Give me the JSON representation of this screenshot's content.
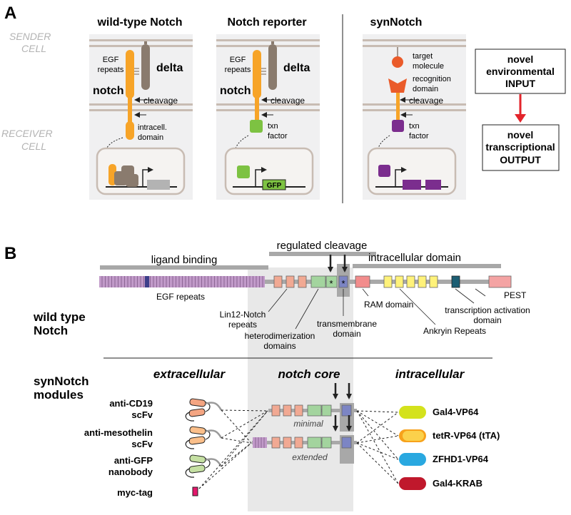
{
  "panel_a": {
    "letter": "A",
    "sender_cell_line1": "SENDER",
    "sender_cell_line2": "CELL",
    "receiver_cell_line1": "RECEIVER",
    "receiver_cell_line2": "CELL",
    "col1": {
      "title": "wild-type Notch",
      "egf_line1": "EGF",
      "egf_line2": "repeats",
      "ligand": "delta",
      "receptor": "notch",
      "cleavage": "cleavage",
      "icd_line1": "intracell.",
      "icd_line2": "domain"
    },
    "col2": {
      "title": "Notch reporter",
      "egf_line1": "EGF",
      "egf_line2": "repeats",
      "ligand": "delta",
      "receptor": "notch",
      "cleavage": "cleavage",
      "txn_line1": "txn",
      "txn_line2": "factor",
      "gfp": "GFP"
    },
    "col3": {
      "title": "synNotch",
      "target_line1": "target",
      "target_line2": "molecule",
      "recog_line1": "recognition",
      "recog_line2": "domain",
      "cleavage": "cleavage",
      "txn_line1": "txn",
      "txn_line2": "factor"
    },
    "input_box": [
      "novel",
      "environmental",
      "INPUT"
    ],
    "output_box": [
      "novel",
      "transcriptional",
      "OUTPUT"
    ]
  },
  "panel_b": {
    "letter": "B",
    "regulated_cleavage": "regulated cleavage",
    "ligand_binding": "ligand binding",
    "intracellular_domain": "intracellular domain",
    "egf_repeats": "EGF repeats",
    "lin12_line1": "Lin12-Notch",
    "lin12_line2": "repeats",
    "hetero_line1": "heterodimerization",
    "hetero_line2": "domains",
    "tm_line1": "transmembrane",
    "tm_line2": "domain",
    "ram": "RAM domain",
    "ankyrin": "Ankryin Repeats",
    "tad_line1": "transcription activation",
    "tad_line2": "domain",
    "pest": "PEST",
    "wild_type_line1": "wild type",
    "wild_type_line2": "Notch",
    "synnotch_line1": "synNotch",
    "synnotch_line2": "modules",
    "extracellular": "extracellular",
    "notch_core": "notch core",
    "intracellular": "intracellular",
    "minimal": "minimal",
    "extended": "extended",
    "asterisk": "*",
    "ext_modules": [
      {
        "line1": "anti-CD19",
        "line2": "scFv"
      },
      {
        "line1": "anti-mesothelin",
        "line2": "scFv"
      },
      {
        "line1": "anti-GFP",
        "line2": "nanobody"
      },
      {
        "line1": "myc-tag",
        "line2": ""
      }
    ],
    "int_modules": [
      {
        "label": "Gal4-VP64",
        "color": "#d4e21c"
      },
      {
        "label": "tetR-VP64 (tTA)",
        "color": "#f7a21b"
      },
      {
        "label": "ZFHD1-VP64",
        "color": "#29a8e0"
      },
      {
        "label": "Gal4-KRAB",
        "color": "#c0182c"
      }
    ]
  },
  "colors": {
    "notch_orange": "#f7a428",
    "delta_brown": "#8a7b6e",
    "membrane": "#c8bcb3",
    "txn_green": "#7dc242",
    "synnotch_purple": "#7b2d8e",
    "ligand_red": "#ea5b2a",
    "arrow_red": "#e3242b",
    "egf_purple": "#c19ac9",
    "lnr_salmon": "#f1a993",
    "hd_green": "#a3d49e",
    "tm_blue": "#7c85c4",
    "ram_pink": "#f28c8c",
    "ank_yellow": "#fff27a",
    "tad_teal": "#1c5e73",
    "pest_pink": "#f4a3a3"
  }
}
